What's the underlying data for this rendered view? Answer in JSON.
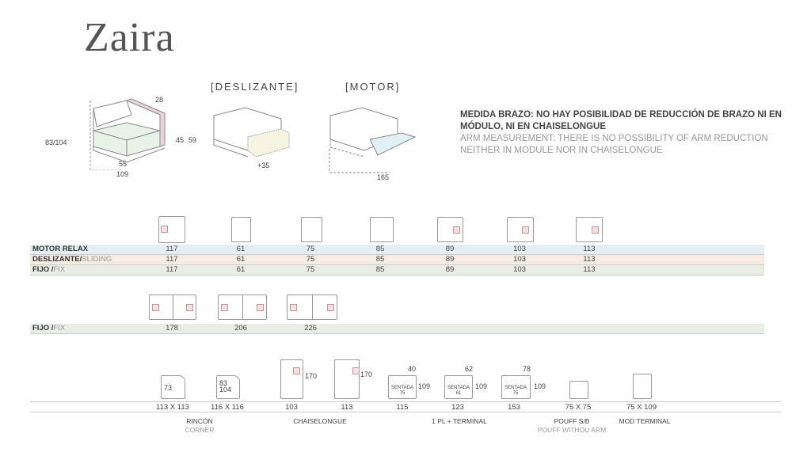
{
  "title": "Zaira",
  "variants": {
    "sliding": "[DESLIZANTE]",
    "motor": "[MOTOR]"
  },
  "dimensions": {
    "arm": "28",
    "height": "83/104",
    "seat_h": "45",
    "arm_h": "59",
    "seat_d": "55",
    "depth": "109",
    "slide": "+35",
    "motor_ext": "165"
  },
  "note": {
    "es": "MEDIDA BRAZO: NO HAY POSIBILIDAD DE REDUCCIÓN DE BRAZO NI EN MÓDULO,  NI EN CHAISELONGUE",
    "en": "ARM MEASUREMENT: THERE IS NO POSSIBILITY OF ARM REDUCTION NEITHER IN MODULE NOR IN CHAISELONGUE"
  },
  "table1": {
    "rows": [
      {
        "name": "MOTOR RELAX",
        "en": "",
        "values": [
          "117",
          "61",
          "75",
          "85",
          "89",
          "103",
          "113"
        ],
        "color": "#e5eef2"
      },
      {
        "name": "DESLIZANTE/",
        "en": "SLIDING",
        "values": [
          "117",
          "61",
          "75",
          "85",
          "89",
          "103",
          "113"
        ],
        "color": "#f6ece2"
      },
      {
        "name": "FIJO /",
        "en": "FIX",
        "values": [
          "117",
          "61",
          "75",
          "85",
          "89",
          "103",
          "113"
        ],
        "color": "#e8eee6"
      }
    ]
  },
  "table2": {
    "rows": [
      {
        "name": "FIJO /",
        "en": "FIX",
        "values": [
          "178",
          "206",
          "226"
        ],
        "color": "#e8eee6"
      }
    ]
  },
  "bottom": {
    "items": [
      {
        "size": "113 X 113",
        "inner": "73"
      },
      {
        "size": "116 X 116",
        "inner": "83\n104"
      },
      {
        "size": "103",
        "side": "170"
      },
      {
        "size": "113",
        "side": "170"
      },
      {
        "size": "115",
        "top": "40",
        "side": "109",
        "seat": "SENTADA",
        "seat_v": "75"
      },
      {
        "size": "123",
        "top": "62",
        "side": "109",
        "seat": "SENTADA",
        "seat_v": "61"
      },
      {
        "size": "153",
        "top": "78",
        "side": "109",
        "seat": "SENTADA",
        "seat_v": "75"
      },
      {
        "size": "75 X 75"
      },
      {
        "size": "75 X 109"
      }
    ],
    "groups": [
      {
        "es": "RINCÓN",
        "en": "CORNER"
      },
      {
        "es": "CHAISELONGUE",
        "en": ""
      },
      {
        "es": "1 PL + TERMINAL",
        "en": ""
      },
      {
        "es": "POUFF S/B",
        "en": "POUFF WITHOU ARM"
      },
      {
        "es": "MOD TERMINAL",
        "en": ""
      }
    ]
  }
}
